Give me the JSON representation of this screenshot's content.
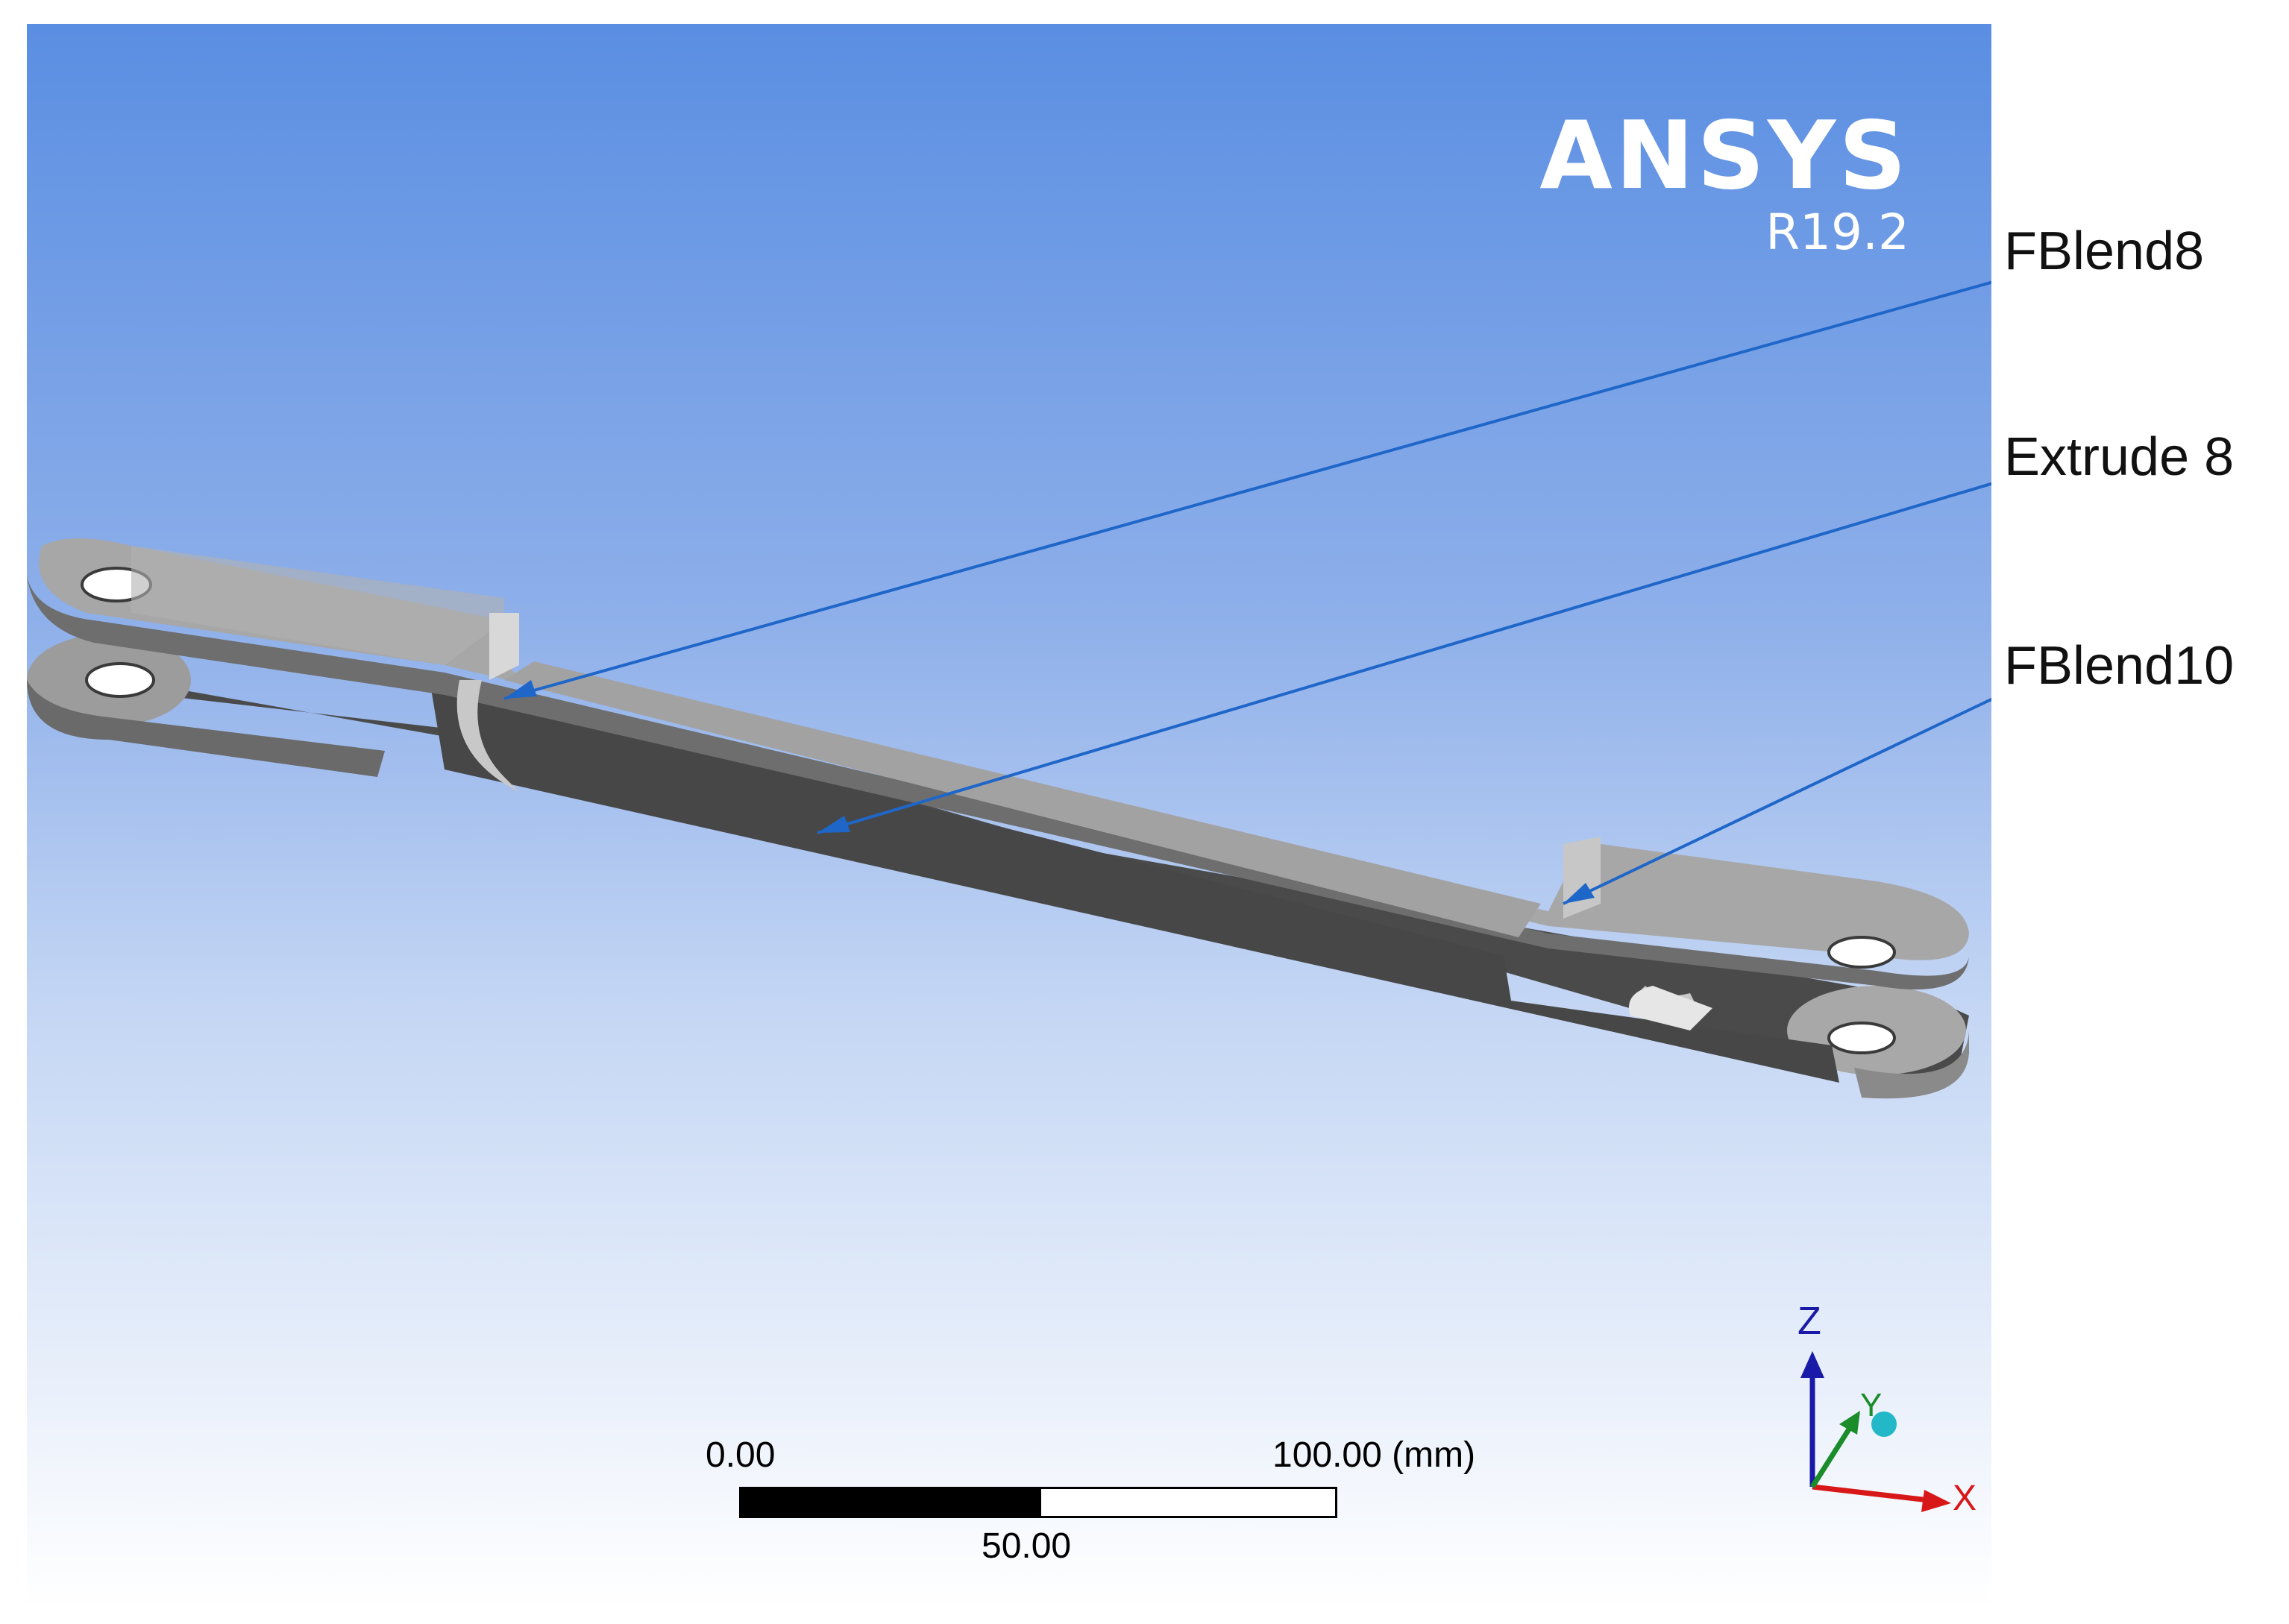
{
  "viewport": {
    "background_top": "#5a8ee2",
    "background_bottom": "#ffffff",
    "model_color": "#9a9a9a",
    "shadow_color": "#454545"
  },
  "logo": {
    "name": "ANSYS",
    "version": "R19.2"
  },
  "callouts": [
    {
      "label": "FBlend8"
    },
    {
      "label": "Extrude 8"
    },
    {
      "label": "FBlend10"
    }
  ],
  "callout_arrow_color": "#1f66c9",
  "scale_bar": {
    "min_label": "0.00",
    "mid_label": "50.00",
    "max_label": "100.00 (mm)"
  },
  "triad": {
    "z_label": "Z",
    "y_label": "Y",
    "x_label": "X",
    "z_color": "#1a1aa8",
    "y_color": "#1a8c2a",
    "x_color": "#d81818",
    "origin_color": "#22b8c8"
  }
}
